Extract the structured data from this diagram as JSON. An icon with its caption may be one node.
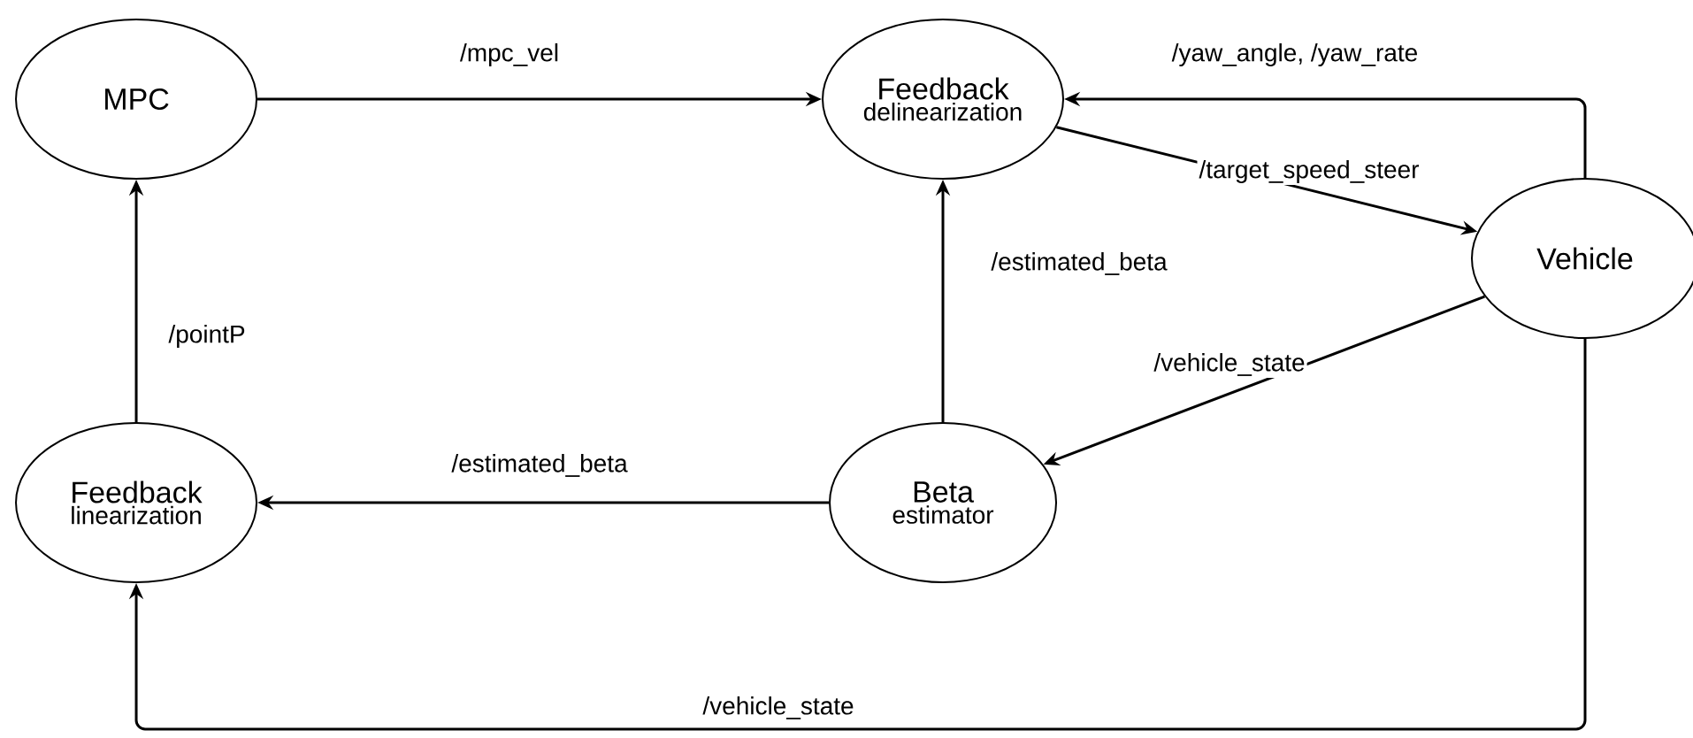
{
  "diagram": {
    "nodes": [
      {
        "text": [
          "MPC"
        ]
      },
      {
        "text": [
          "Feedback",
          "delinearization"
        ]
      },
      {
        "text": [
          "Vehicle"
        ]
      },
      {
        "text": [
          "Feedback",
          "linearization"
        ]
      },
      {
        "text": [
          "Beta",
          "estimator"
        ]
      }
    ],
    "edges": [
      {
        "from": 0,
        "to": 1,
        "arrow": "to",
        "label": "/mpc_vel"
      },
      {
        "from": 2,
        "to": 1,
        "arrow": "to",
        "label": "/yaw_angle, /yaw_rate"
      },
      {
        "from": 1,
        "to": 2,
        "arrow": "to",
        "label": "/target_speed_steer"
      },
      {
        "from": 4,
        "to": 1,
        "arrow": "to",
        "label": "/estimated_beta"
      },
      {
        "from": 2,
        "to": 4,
        "arrow": "to",
        "label": "/vehicle_state"
      },
      {
        "from": 4,
        "to": 3,
        "arrow": "to",
        "label": "/estimated_beta"
      },
      {
        "from": 3,
        "to": 0,
        "arrow": "to",
        "label": "/pointP"
      },
      {
        "from": 2,
        "to": 3,
        "arrow": "to",
        "label": "/vehicle_state"
      }
    ]
  }
}
